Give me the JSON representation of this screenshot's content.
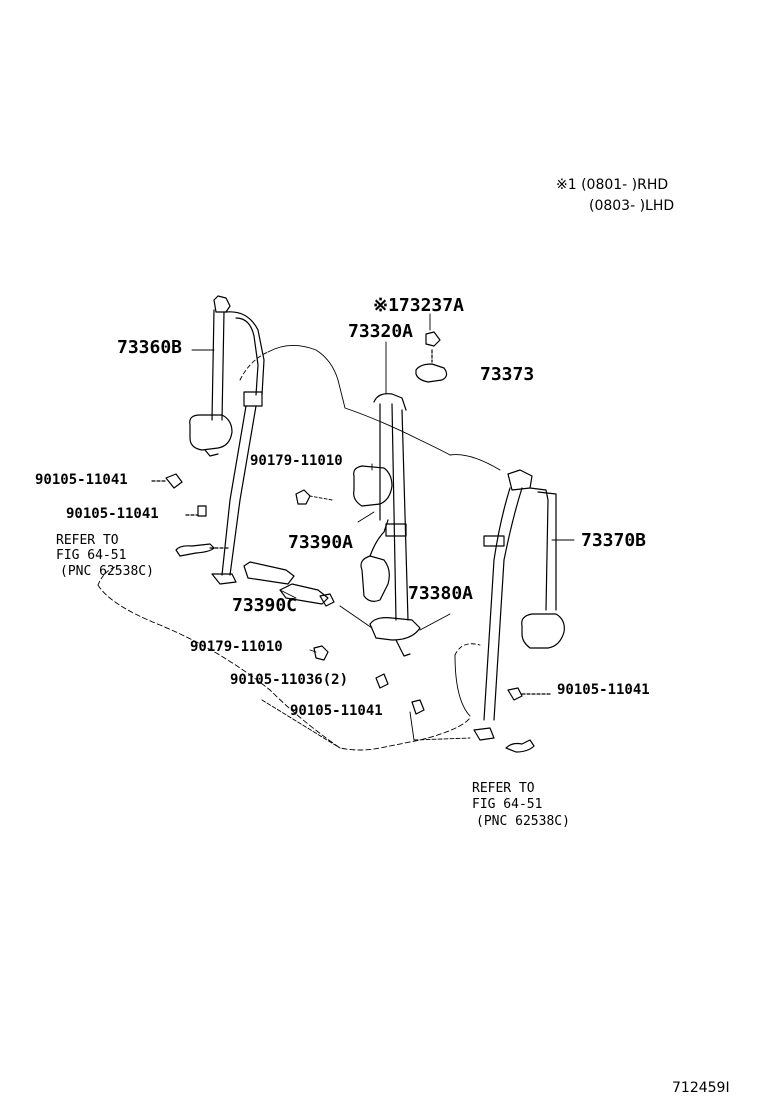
{
  "notes": {
    "line1": "※1 (0801-    )RHD",
    "line2": "(0803-    )LHD"
  },
  "labels": {
    "p73237A": "※173237A",
    "p73320A": "73320A",
    "p73373": "73373",
    "p73360B": "73360B",
    "p73370B": "73370B",
    "p73390A": "73390A",
    "p73390C": "73390C",
    "p73380A": "73380A",
    "bolt_left_1": "90105-11041",
    "bolt_left_2": "90105-11041",
    "nut_upper": "90179-11010",
    "nut_lower": "90179-11010",
    "bolt_center_2": "90105-11036(2)",
    "bolt_center": "90105-11041",
    "bolt_right": "90105-11041"
  },
  "refs": {
    "left": {
      "l1": "REFER TO",
      "l2": "FIG 64-51",
      "l3": "(PNC 62538C)"
    },
    "right": {
      "l1": "REFER TO",
      "l2": "FIG 64-51",
      "l3": "(PNC 62538C)"
    }
  },
  "footer": {
    "code": "712459I"
  }
}
